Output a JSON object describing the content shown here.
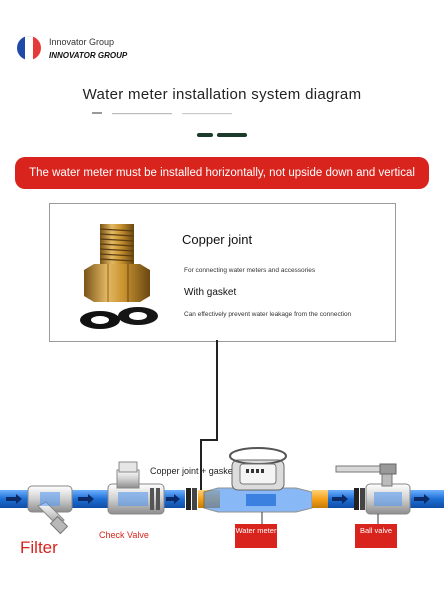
{
  "brand": {
    "name": "Innovator Group",
    "name_caps": "INNOVATOR GROUP",
    "flag_colors": [
      "#1f4aa8",
      "#ffffff",
      "#e63a3a"
    ]
  },
  "page": {
    "title": "Water meter installation system diagram"
  },
  "warning": {
    "text": "The water meter must be installed horizontally, not upside down and vertical",
    "color": "#d9241d"
  },
  "product": {
    "name": "Copper joint",
    "description": "For connecting water meters and accessories",
    "gasket_label": "With gasket",
    "gasket_description": "Can effectively prevent water leakage from the connection"
  },
  "diagram": {
    "callout": "Copper joint + gasket",
    "labels": {
      "filter": "Filter",
      "check_valve": "Check Valve",
      "water_meter": "Water meter",
      "ball_valve": "Ball valve"
    },
    "colors": {
      "pipe": "#1e6fd6",
      "fitting": "#f6a21a",
      "metal": "#d6d6d6",
      "label_box": "#d9241d"
    }
  }
}
